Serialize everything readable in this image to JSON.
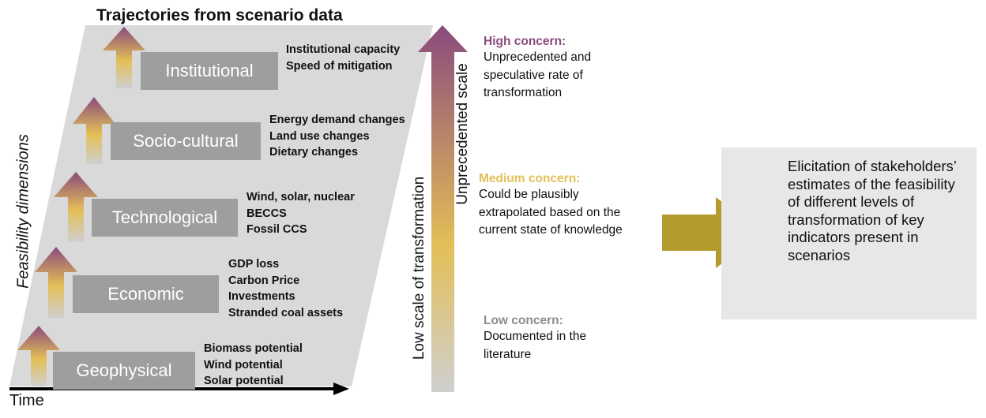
{
  "diagram": {
    "title": "Trajectories from scenario data",
    "y_axis_label": "Feasibility dimensions",
    "x_axis_label": "Time",
    "dimensions": [
      {
        "name": "Institutional",
        "indicators": [
          "Institutional capacity",
          "Speed of mitigation"
        ]
      },
      {
        "name": "Socio-cultural",
        "indicators": [
          "Energy demand changes",
          "Land use changes",
          "Dietary changes"
        ]
      },
      {
        "name": "Technological",
        "indicators": [
          "Wind, solar, nuclear",
          "BECCS",
          "Fossil CCS"
        ]
      },
      {
        "name": "Economic",
        "indicators": [
          "GDP loss",
          "Carbon Price",
          "Investments",
          "Stranded coal assets"
        ]
      },
      {
        "name": "Geophysical",
        "indicators": [
          "Biomass potential",
          "Wind potential",
          "Solar potential"
        ]
      }
    ],
    "scale": {
      "low_label": "Low scale of transformation",
      "high_label": "Unprecedented scale"
    },
    "concerns": [
      {
        "level": "High concern:",
        "color": "#8a4a7c",
        "text": [
          "Unprecedented and",
          "speculative rate of",
          "transformation"
        ]
      },
      {
        "level": "Medium concern:",
        "color": "#e3bf57",
        "text": [
          "Could be plausibly",
          "extrapolated based on the",
          "current state of knowledge"
        ]
      },
      {
        "level": "Low concern:",
        "color": "#8c8c8c",
        "text": [
          "Documented in the",
          "literature"
        ]
      }
    ],
    "result": "Elicitation of stakeholders’ estimates of the feasibility of different levels of transformation of key indicators present in scenarios",
    "colors": {
      "panel": "#d9d9d9",
      "dimension_box": "#9e9e9e",
      "arrow_top": "#8a4a7c",
      "arrow_middle": "#e3bf57",
      "arrow_bottom": "#cfcfcf",
      "big_arrow": "#b59a2e",
      "result_box": "#e7e7e7"
    }
  }
}
